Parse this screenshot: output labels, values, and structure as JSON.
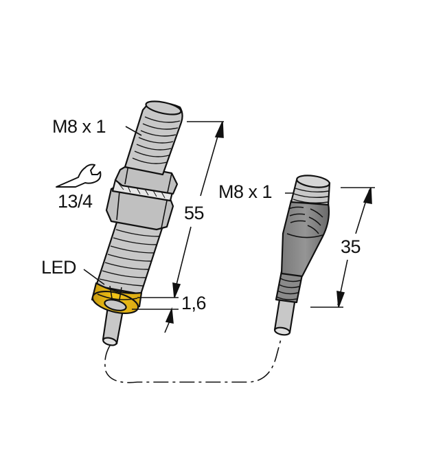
{
  "drawing": {
    "title": "Inductive sensor M8 with connector cable dimension drawing",
    "colors": {
      "background": "#ffffff",
      "metal": "#c8c8c8",
      "metal_dark": "#b4b4b4",
      "connector_body": "#8c8c8c",
      "connector_dark": "#707070",
      "led_yellow": "#f2c417",
      "led_dark": "#c89a10",
      "line": "#111111"
    },
    "labels": {
      "sensor_thread": "M8 x 1",
      "wrench_size": "13/4",
      "led": "LED",
      "sensor_length": "55",
      "face_offset": "1,6",
      "connector_thread": "M8 x 1",
      "connector_length": "35"
    },
    "icons": {
      "wrench": "wrench-icon"
    },
    "cable": {
      "style": "dash-dot"
    }
  }
}
